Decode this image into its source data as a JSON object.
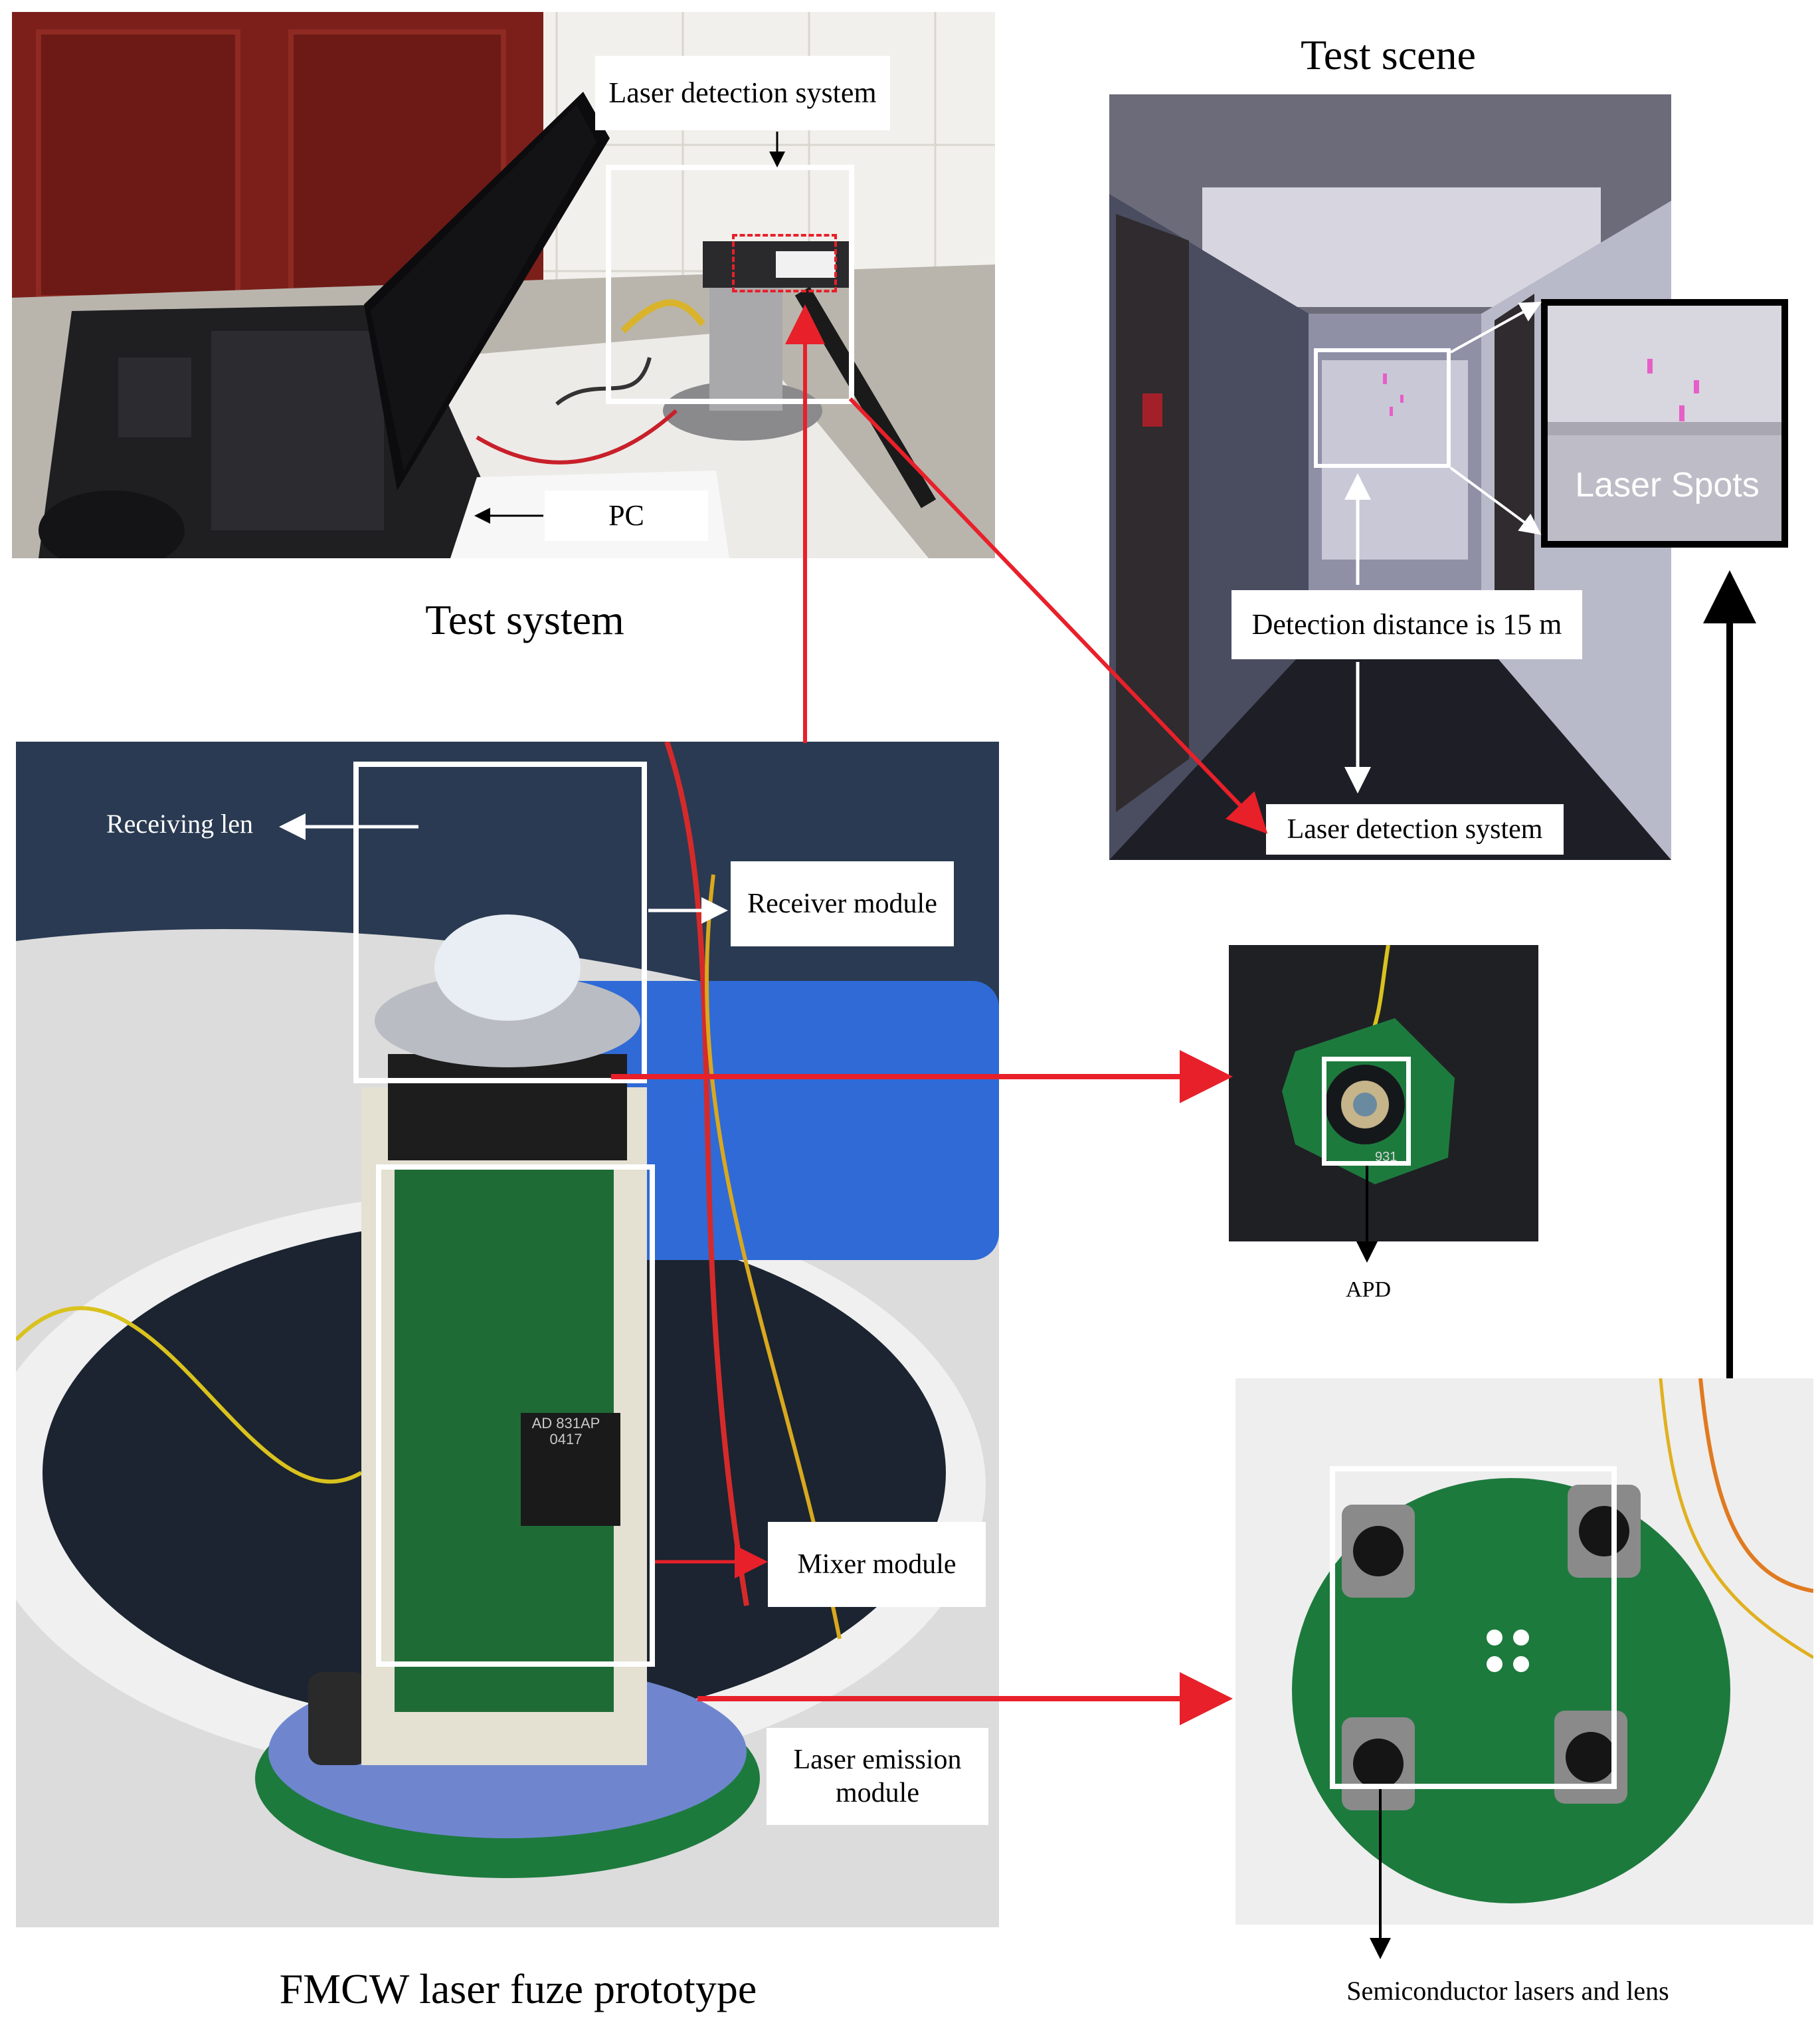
{
  "test_system": {
    "caption": "Test system",
    "laser_detection_label": "Laser detection system",
    "pc_label": "PC"
  },
  "test_scene": {
    "caption": "Test scene",
    "laser_spots_label": "Laser Spots",
    "distance_label": "Detection distance is 15 m",
    "laser_detection_label": "Laser detection system"
  },
  "prototype": {
    "caption": "FMCW laser fuze prototype",
    "receiving_len_label": "Receiving len",
    "receiver_module_label": "Receiver module",
    "mixer_module_label": "Mixer module",
    "laser_emission_label": "Laser emission module",
    "chip_text": "AD 831AP 0417"
  },
  "apd": {
    "label": "APD",
    "board_text": "931"
  },
  "lasers": {
    "label": "Semiconductor lasers and lens"
  },
  "colors": {
    "red_arrow": "#e8202a",
    "black_arrow": "#000000",
    "pcb_green": "#1f7a3a",
    "blue_mat": "#6f86cf"
  }
}
